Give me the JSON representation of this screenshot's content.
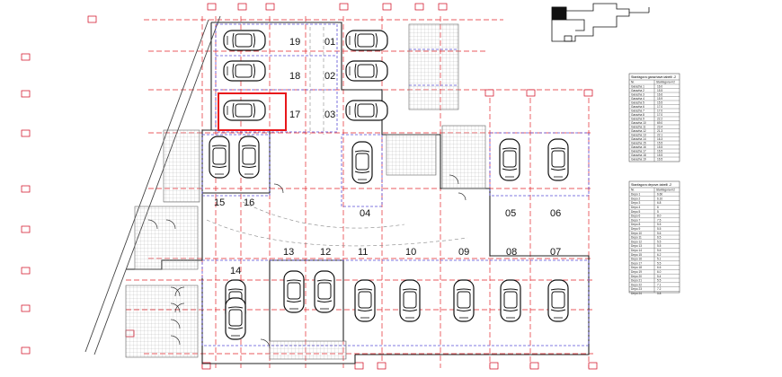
{
  "plan": {
    "highlighted_space": "17",
    "space_labels": [
      "19",
      "01",
      "18",
      "02",
      "17",
      "03",
      "15",
      "16",
      "04",
      "05",
      "06",
      "13",
      "12",
      "11",
      "10",
      "09",
      "08",
      "07",
      "14"
    ],
    "colors": {
      "highlight": "#e8161b",
      "axis": "#e3262b",
      "boundary": "#5a4fd6",
      "walls": "#222222",
      "hatch": "#9a9a9a"
    }
  },
  "tables": {
    "garages": {
      "title": "Stanfagora garazhave-tabelli -2",
      "columns": [
        "Nr.",
        "Stanfagora m2"
      ],
      "rows": [
        [
          "Garazha 1",
          "16.0"
        ],
        [
          "Garazha 2",
          "15.5"
        ],
        [
          "Garazha 3",
          "16.6"
        ],
        [
          "Garazha 4",
          "15.9"
        ],
        [
          "Garazha 5",
          "15.5"
        ],
        [
          "Garazha 6",
          "17.0"
        ],
        [
          "Garazha 7",
          "17.0"
        ],
        [
          "Garazha 8",
          "17.0"
        ],
        [
          "Garazha 9",
          "22.2"
        ],
        [
          "Garazha 10",
          "69.0"
        ],
        [
          "Garazha 11",
          "23.4"
        ],
        [
          "Garazha 12",
          "21.3"
        ],
        [
          "Garazha 13",
          "22.1"
        ],
        [
          "Garazha 14",
          "16.3"
        ],
        [
          "Garazha 15",
          "15.5"
        ],
        [
          "Garazha 16",
          "15.5"
        ],
        [
          "Garazha 17",
          "16.5"
        ],
        [
          "Garazha 18",
          "15.5"
        ],
        [
          "Garazha 19",
          "16.5"
        ]
      ]
    },
    "depots": {
      "title": "Stanfagora depove-tabelli -2",
      "columns": [
        "Nr.",
        "Stanfagora m2"
      ],
      "rows": [
        [
          "Depo 1",
          "6.60"
        ],
        [
          "Depo 2",
          "6.10"
        ],
        [
          "Depo 3",
          "6.8"
        ],
        [
          "Depo 4",
          "6"
        ],
        [
          "Depo 5",
          "5"
        ],
        [
          "Depo 6",
          "8.0"
        ],
        [
          "Depo 7",
          "7.5"
        ],
        [
          "Depo 8",
          "5.5"
        ],
        [
          "Depo 9",
          "5.5"
        ],
        [
          "Depo 10",
          "5.6"
        ],
        [
          "Depo 11",
          "6.5"
        ],
        [
          "Depo 12",
          "5.5"
        ],
        [
          "Depo 13",
          "5.5"
        ],
        [
          "Depo 14",
          "5.6"
        ],
        [
          "Depo 15",
          "6.2"
        ],
        [
          "Depo 16",
          "5.1"
        ],
        [
          "Depo 17",
          "5.5"
        ],
        [
          "Depo 18",
          "6.6"
        ],
        [
          "Depo 19",
          "6.0"
        ],
        [
          "Depo 20",
          "5.4"
        ],
        [
          "Depo 21",
          "5.5"
        ],
        [
          "Depo 22",
          "7.1"
        ],
        [
          "Depo 23",
          "7.2"
        ],
        [
          "Depo 24",
          "5.8"
        ]
      ]
    }
  }
}
